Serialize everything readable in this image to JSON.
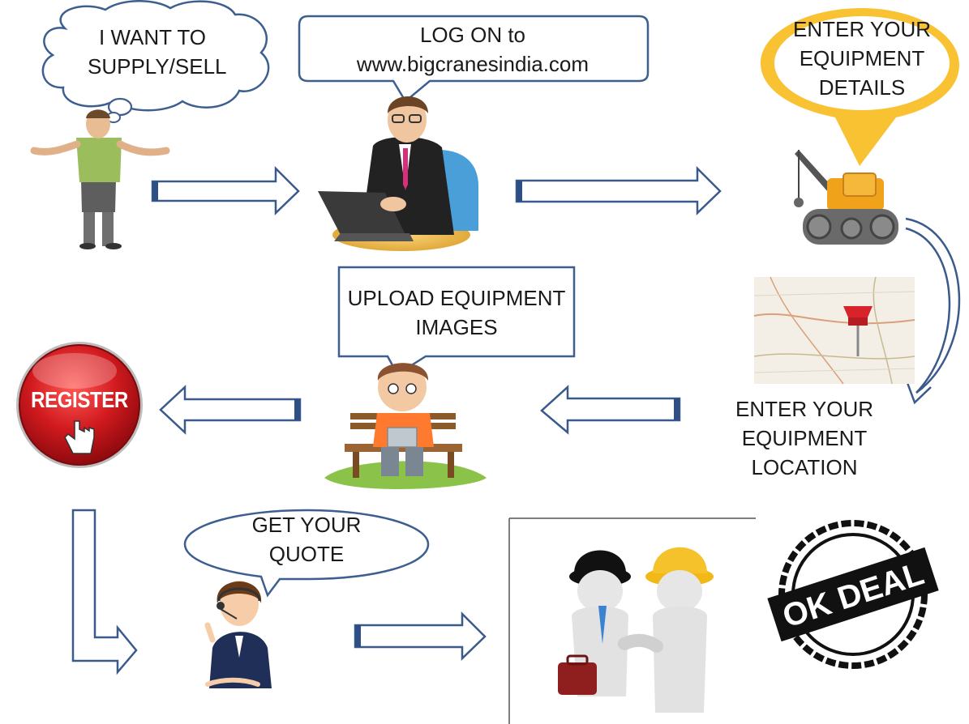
{
  "steps": {
    "supply": {
      "line1": "I WANT TO",
      "line2": "SUPPLY/SELL"
    },
    "logon": {
      "line1": "LOG ON to",
      "line2": "www.bigcranesindia.com"
    },
    "details": {
      "line1": "ENTER YOUR",
      "line2": "EQUIPMENT",
      "line3": "DETAILS"
    },
    "location": {
      "line1": "ENTER YOUR",
      "line2": "EQUIPMENT",
      "line3": "LOCATION"
    },
    "upload": {
      "line1": "UPLOAD EQUIPMENT",
      "line2": "IMAGES"
    },
    "register": {
      "label": "REGISTER"
    },
    "quote": {
      "line1": "GET YOUR",
      "line2": "QUOTE"
    },
    "deal": {
      "label": "OK DEAL"
    }
  },
  "colors": {
    "arrow_stroke": "#3a5a8c",
    "bubble_stroke": "#3d5f8f",
    "callout_fill": "#f8c233",
    "register_red": "#c8141a",
    "stamp": "#111111"
  },
  "icons": [
    "thinking-man-icon",
    "businessman-laptop-icon",
    "crawler-crane-icon",
    "map-pin-icon",
    "register-button-icon",
    "boy-on-bench-icon",
    "call-center-woman-icon",
    "handshake-icon",
    "ok-deal-stamp-icon"
  ]
}
